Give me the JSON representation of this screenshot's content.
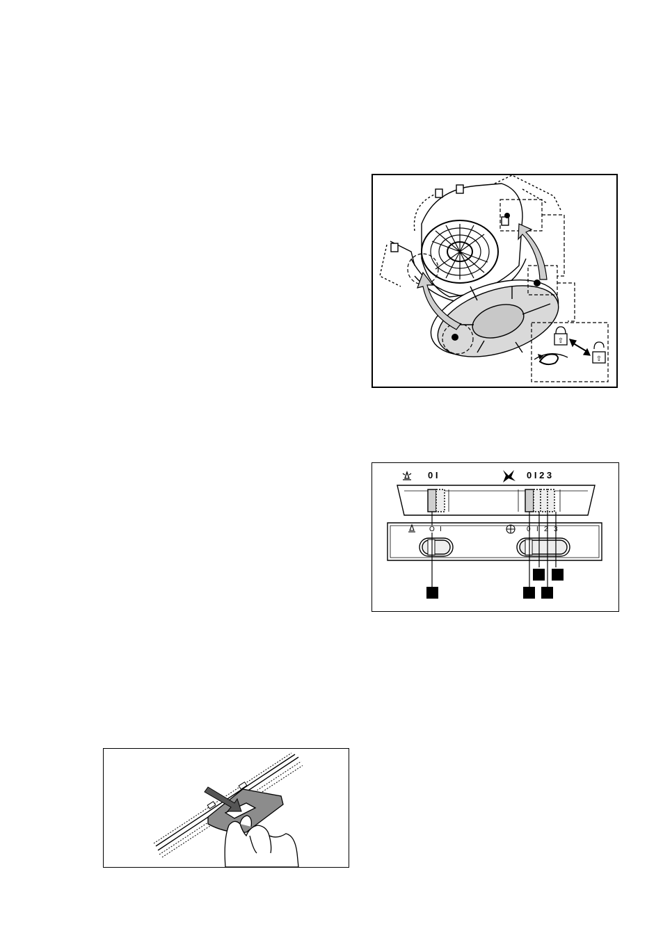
{
  "figures": {
    "filter": {
      "icons": [
        "lock-closed-icon",
        "lock-open-icon",
        "double-arrow-icon"
      ]
    },
    "controls": {
      "light_symbol": "light-bulb-icon",
      "fan_symbol": "fan-icon",
      "light_scale_top": "0 I",
      "fan_scale_top": "0 I 2 3",
      "light_scale_panel": [
        "O",
        "I"
      ],
      "fan_scale_panel": [
        "0",
        "I",
        "2",
        "3"
      ],
      "callout_count": 5
    },
    "grease": {
      "icons": [
        "push-arrow-icon",
        "hand-icon"
      ]
    }
  }
}
